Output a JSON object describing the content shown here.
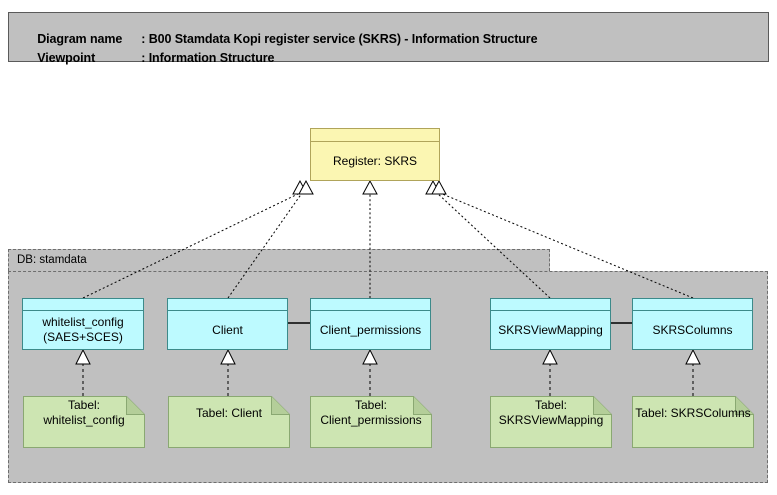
{
  "header": {
    "line1_key": "Diagram name",
    "line1_sep": ": ",
    "line1_value": "B00 Stamdata Kopi register service (SKRS) - Information Structure",
    "line2_key": "Viewpoint",
    "line2_sep": ": ",
    "line2_value": "Information Structure"
  },
  "colors": {
    "canvas": "#ffffff",
    "header_band": "#c0c0c0",
    "container_fill": "#c0c0c0",
    "container_border": "#6e6e6e",
    "register_fill": "#fbf6b2",
    "register_border": "#b0a45a",
    "entity_fill": "#bdfaff",
    "entity_border": "#3c8a8a",
    "note_fill": "#cde5b2",
    "note_border": "#8aa872",
    "note_fold": "#b4ce99",
    "connector": "#000000"
  },
  "register": {
    "label": "Register: SKRS"
  },
  "container": {
    "label": "DB: stamdata"
  },
  "entities": [
    {
      "label": "whitelist_config\n(SAES+SCES)"
    },
    {
      "label": "Client"
    },
    {
      "label": "Client_permissions"
    },
    {
      "label": "SKRSViewMapping"
    },
    {
      "label": "SKRSColumns"
    }
  ],
  "notes": [
    {
      "label": "Tabel:\nwhitelist_config"
    },
    {
      "label": "Tabel: Client"
    },
    {
      "label": "Tabel:\nClient_permissions"
    },
    {
      "label": "Tabel:\nSKRSViewMapping"
    },
    {
      "label": "Tabel: SKRSColumns"
    }
  ]
}
